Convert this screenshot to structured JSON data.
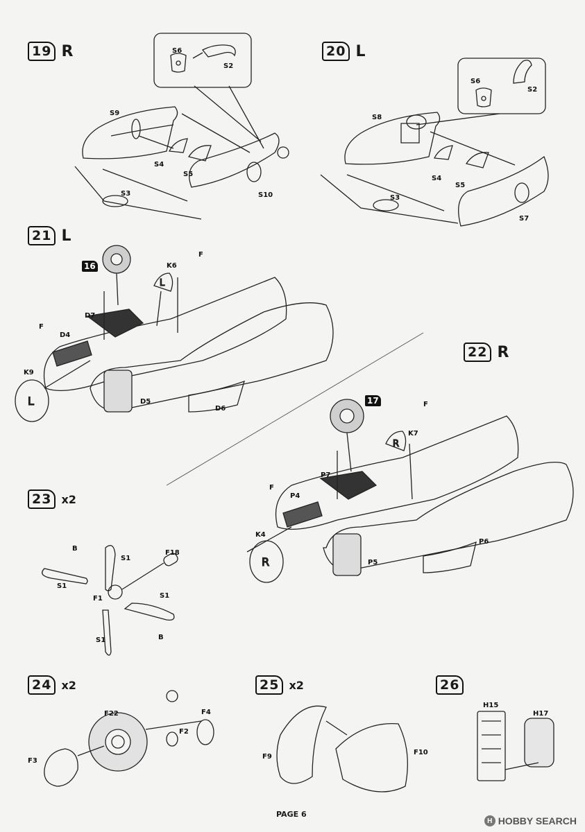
{
  "steps": [
    {
      "num": "19",
      "suffix": "R"
    },
    {
      "num": "20",
      "suffix": "L"
    },
    {
      "num": "21",
      "suffix": "L"
    },
    {
      "num": "22",
      "suffix": "R"
    },
    {
      "num": "23",
      "suffix": "x2"
    },
    {
      "num": "24",
      "suffix": "x2"
    },
    {
      "num": "25",
      "suffix": "x2"
    },
    {
      "num": "26",
      "suffix": ""
    }
  ],
  "refs": {
    "r16": "16",
    "r17": "17"
  },
  "labels": {
    "s19": [
      "S6",
      "S2",
      "S9",
      "S4",
      "S5",
      "S3",
      "S10"
    ],
    "s20": [
      "S6",
      "S2",
      "S8",
      "S4",
      "S5",
      "S3",
      "S7"
    ],
    "s21": [
      "K6",
      "F",
      "D7",
      "F",
      "D4",
      "K9",
      "D5",
      "D6",
      "L",
      "L"
    ],
    "s22": [
      "F",
      "K7",
      "F",
      "P7",
      "P4",
      "K4",
      "P5",
      "P6",
      "R",
      "R"
    ],
    "s23": [
      "B",
      "S1",
      "F18",
      "S1",
      "F1",
      "S1",
      "S1",
      "B"
    ],
    "s24": [
      "F22",
      "F4",
      "F2",
      "F3"
    ],
    "s25": [
      "F9",
      "F10"
    ],
    "s26": [
      "H15",
      "H17"
    ]
  },
  "footer": {
    "page_label": "PAGE",
    "page_number": "6"
  },
  "watermark": {
    "logo": "H",
    "text": "HOBBY SEARCH"
  }
}
